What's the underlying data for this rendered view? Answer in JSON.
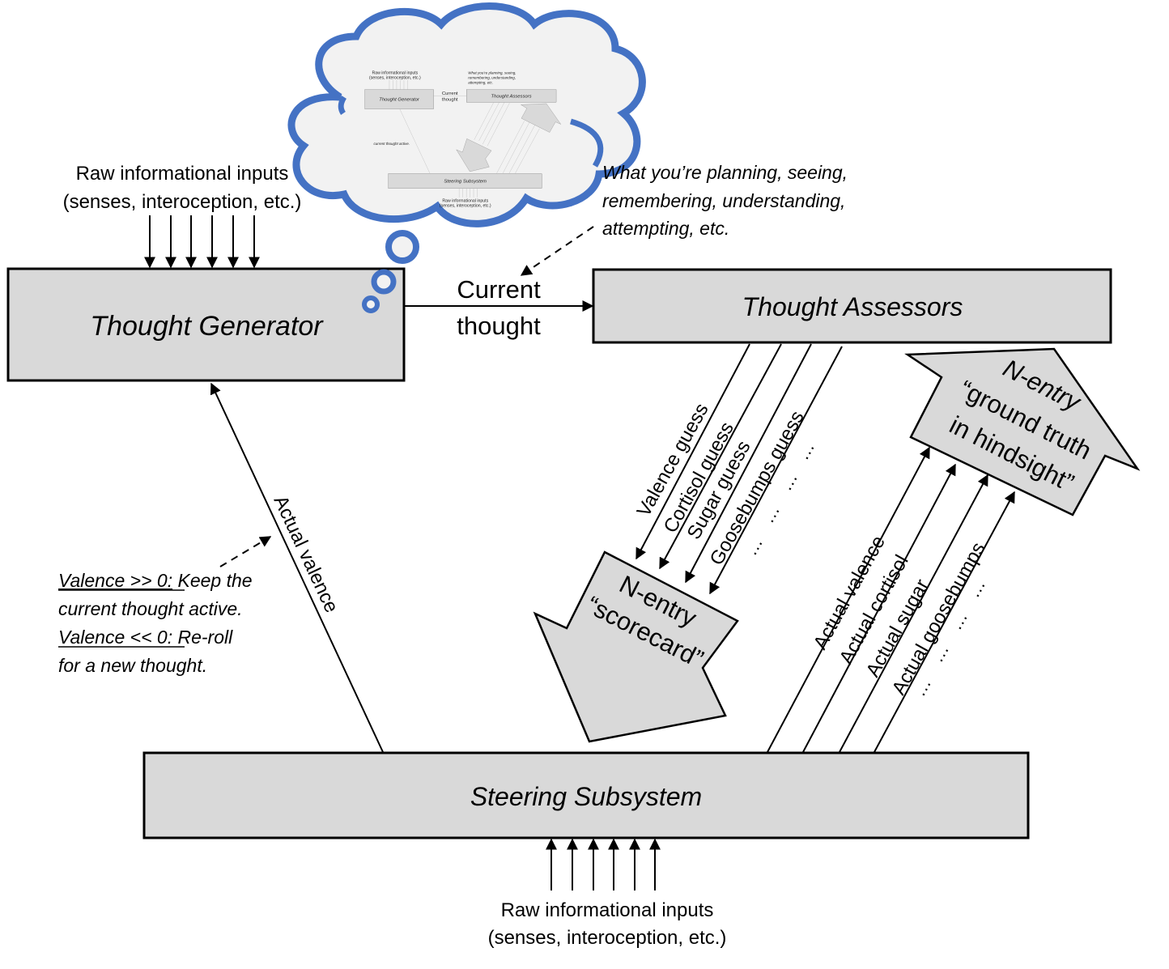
{
  "diagram": {
    "thought_generator": {
      "label": "Thought Generator"
    },
    "thought_assessors": {
      "label": "Thought Assessors"
    },
    "steering_subsystem": {
      "label": "Steering Subsystem"
    },
    "raw_inputs_top": {
      "line1": "Raw informational inputs",
      "line2": "(senses, interoception, etc.)"
    },
    "raw_inputs_bottom": {
      "line1": "Raw informational inputs",
      "line2": "(senses, interoception, etc.)"
    },
    "current_thought": {
      "line1": "Current",
      "line2": "thought"
    },
    "current_thought_note": {
      "line1": "What you’re planning, seeing,",
      "line2": "remembering, understanding,",
      "line3": "attempting, etc."
    },
    "actual_valence_label": "Actual valence",
    "valence_note": {
      "line1_underlined": "Valence >> 0:",
      "line1_rest": " Keep the",
      "line2": "current thought active.",
      "line3_underlined": "Valence << 0:",
      "line3_rest": " Re-roll",
      "line4": "for a new thought."
    },
    "guesses": [
      "Valence guess",
      "Cortisol guess",
      "Sugar guess",
      "Goosebumps guess"
    ],
    "guess_ellipsis": "…",
    "actuals": [
      "Actual valence",
      "Actual cortisol",
      "Actual sugar",
      "Actual goosebumps"
    ],
    "actual_ellipsis": "…",
    "scorecard": {
      "line1": "N-entry",
      "line2": "“scorecard”"
    },
    "ground_truth": {
      "line1": "N-entry",
      "line2": "“ground truth",
      "line3": "in hindsight”"
    },
    "thought_bubble": {
      "outline_color": "#4472c4",
      "fill_color": "#f2f2f2",
      "content": "miniature copy of this same diagram"
    }
  }
}
